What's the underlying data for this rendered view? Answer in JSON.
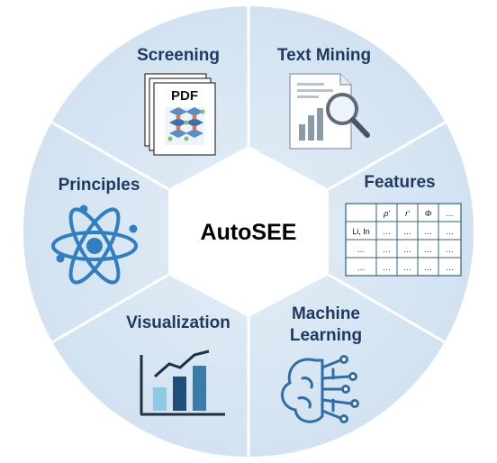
{
  "center": {
    "title": "AutoSEE"
  },
  "segments": {
    "screening": {
      "label": "Screening",
      "doc_text": "PDF"
    },
    "text_mining": {
      "label": "Text Mining"
    },
    "features": {
      "label": "Features",
      "table": {
        "header": [
          "",
          "ρ'",
          "r'",
          "Φ",
          "…"
        ],
        "rows": [
          [
            "Li, In",
            "…",
            "…",
            "…",
            "…"
          ],
          [
            "…",
            "…",
            "…",
            "…",
            "…"
          ],
          [
            "…",
            "…",
            "…",
            "…",
            "…"
          ]
        ]
      }
    },
    "machine_learning": {
      "label_line1": "Machine",
      "label_line2": "Learning"
    },
    "visualization": {
      "label": "Visualization"
    },
    "principles": {
      "label": "Principles"
    }
  },
  "colors": {
    "segment_fill": "#d6e4f1",
    "hexagon_fill": "#ffffff",
    "label_color": "#1e3a5f",
    "icon_blue": "#2f7fc2",
    "icon_dark": "#1f4e79",
    "bar_light": "#8ec9e6",
    "bar_mid": "#1f4e79",
    "bar_dark": "#3a7ca8"
  }
}
